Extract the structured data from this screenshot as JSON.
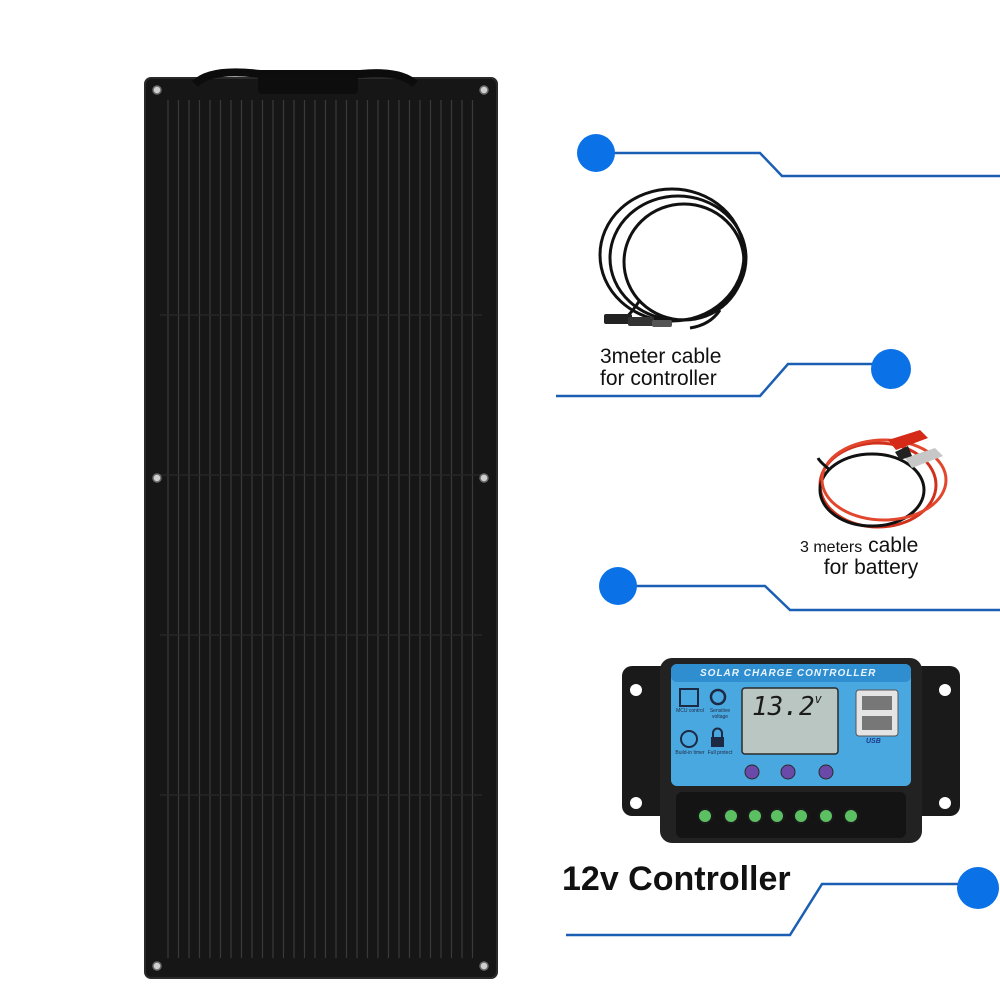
{
  "labels": {
    "cable_controller_line1": "3meter cable",
    "cable_controller_line2": "for controller",
    "cable_battery_line1_small": "3 meters",
    "cable_battery_line1_rest": " cable",
    "cable_battery_line2": "for battery",
    "controller_title": "12v Controller"
  },
  "controller": {
    "header": "SOLAR CHARGE CONTROLLER",
    "display_value": "13.2",
    "display_unit": "v",
    "icon_labels": [
      "MCU control",
      "Sensitive voltage",
      "Build-in timer",
      "Full protect"
    ],
    "usb_label": "USB"
  },
  "colors": {
    "accent_blue": "#0a72e6",
    "leader_line": "#1a5fb4",
    "panel": "#141414",
    "controller_face": "#4aa8e0"
  }
}
